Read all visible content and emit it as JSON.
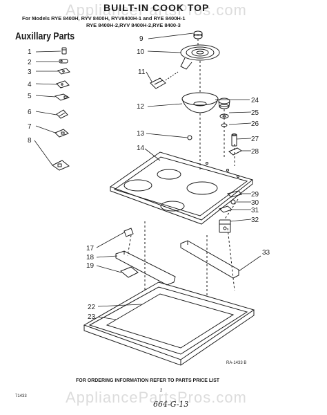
{
  "header": {
    "title": "BUILT-IN COOK TOP",
    "models_line1": "For Models RYE 8400H, RYV 8400H, RYV8400H-1 and RYE 8400H-1",
    "models_line2": "RYE 8400H-2,RYV 8400H-2,RYE 8400-3",
    "aux_title": "Auxillary Parts"
  },
  "aux_parts": [
    "1",
    "2",
    "3",
    "4",
    "5",
    "6",
    "7",
    "8"
  ],
  "callouts": [
    "9",
    "10",
    "11",
    "12",
    "13",
    "14",
    "17",
    "18",
    "19",
    "22",
    "23",
    "24",
    "25",
    "26",
    "27",
    "28",
    "29",
    "30",
    "31",
    "32",
    "33"
  ],
  "reference_code": "RA-1433 B",
  "footer": "FOR ORDERING INFORMATION REFER TO PARTS PRICE LIST",
  "page_number": "2",
  "doc_code": "71433",
  "handwritten": "664-G-13",
  "watermark": "AppliancePartsPros.com",
  "colors": {
    "ink": "#1a1a1a",
    "watermark": "#969696"
  }
}
